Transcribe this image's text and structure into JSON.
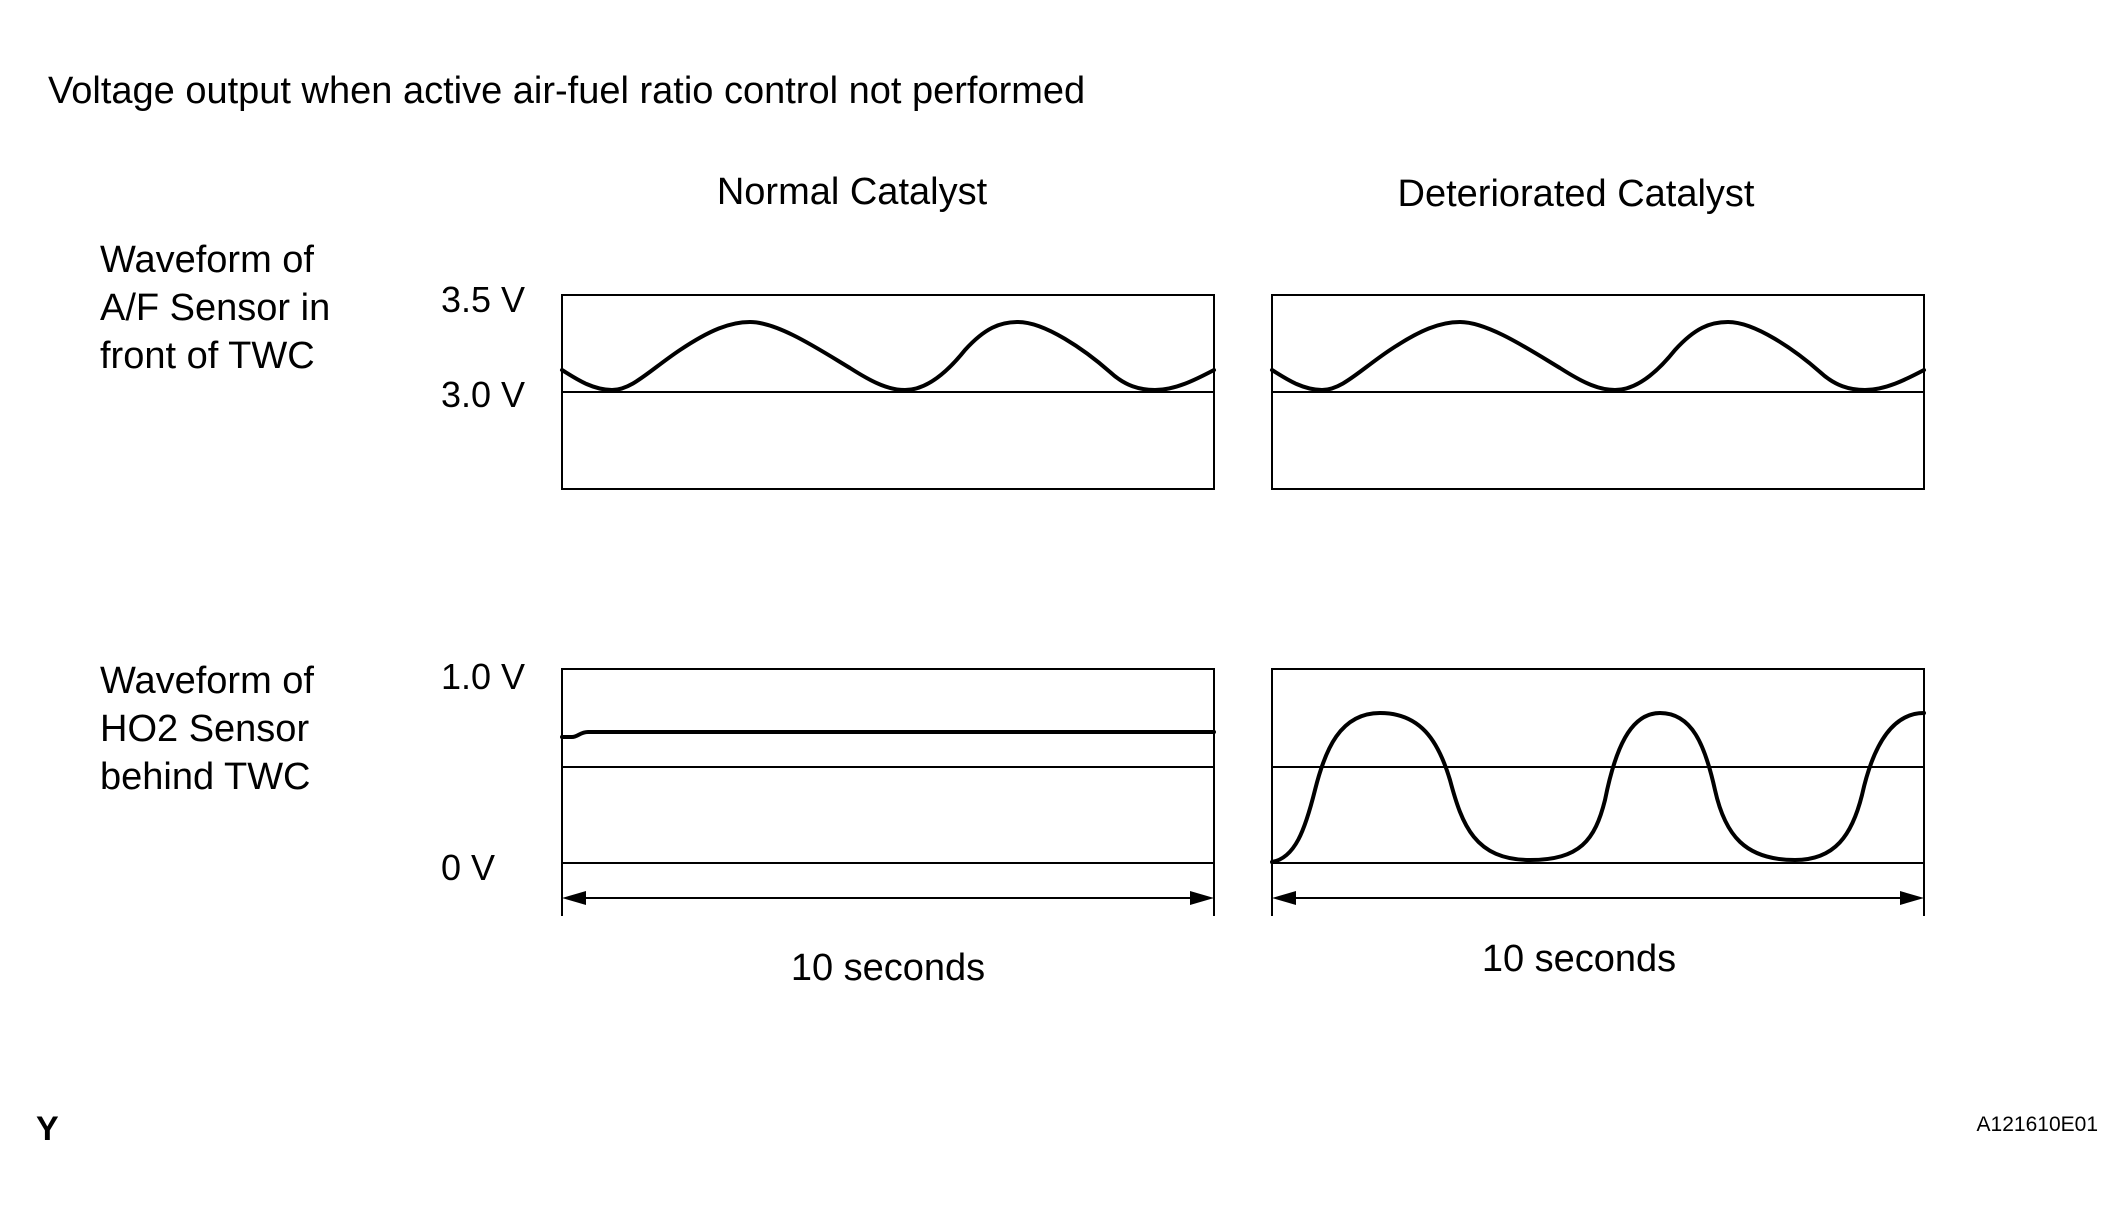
{
  "title": "Voltage output when active air-fuel ratio control not performed",
  "columns": [
    {
      "label": "Normal Catalyst"
    },
    {
      "label": "Deteriorated Catalyst"
    }
  ],
  "rows": [
    {
      "label_lines": [
        "Waveform of",
        "A/F Sensor in",
        "front of TWC"
      ],
      "axis_labels": [
        "3.5 V",
        "3.0 V"
      ]
    },
    {
      "label_lines": [
        "Waveform of",
        "HO2 Sensor",
        "behind TWC"
      ],
      "axis_labels": [
        "1.0 V",
        "0 V"
      ]
    }
  ],
  "time_labels": [
    "10 seconds",
    "10 seconds"
  ],
  "corner_mark": "Y",
  "figure_code": "A121610E01"
}
